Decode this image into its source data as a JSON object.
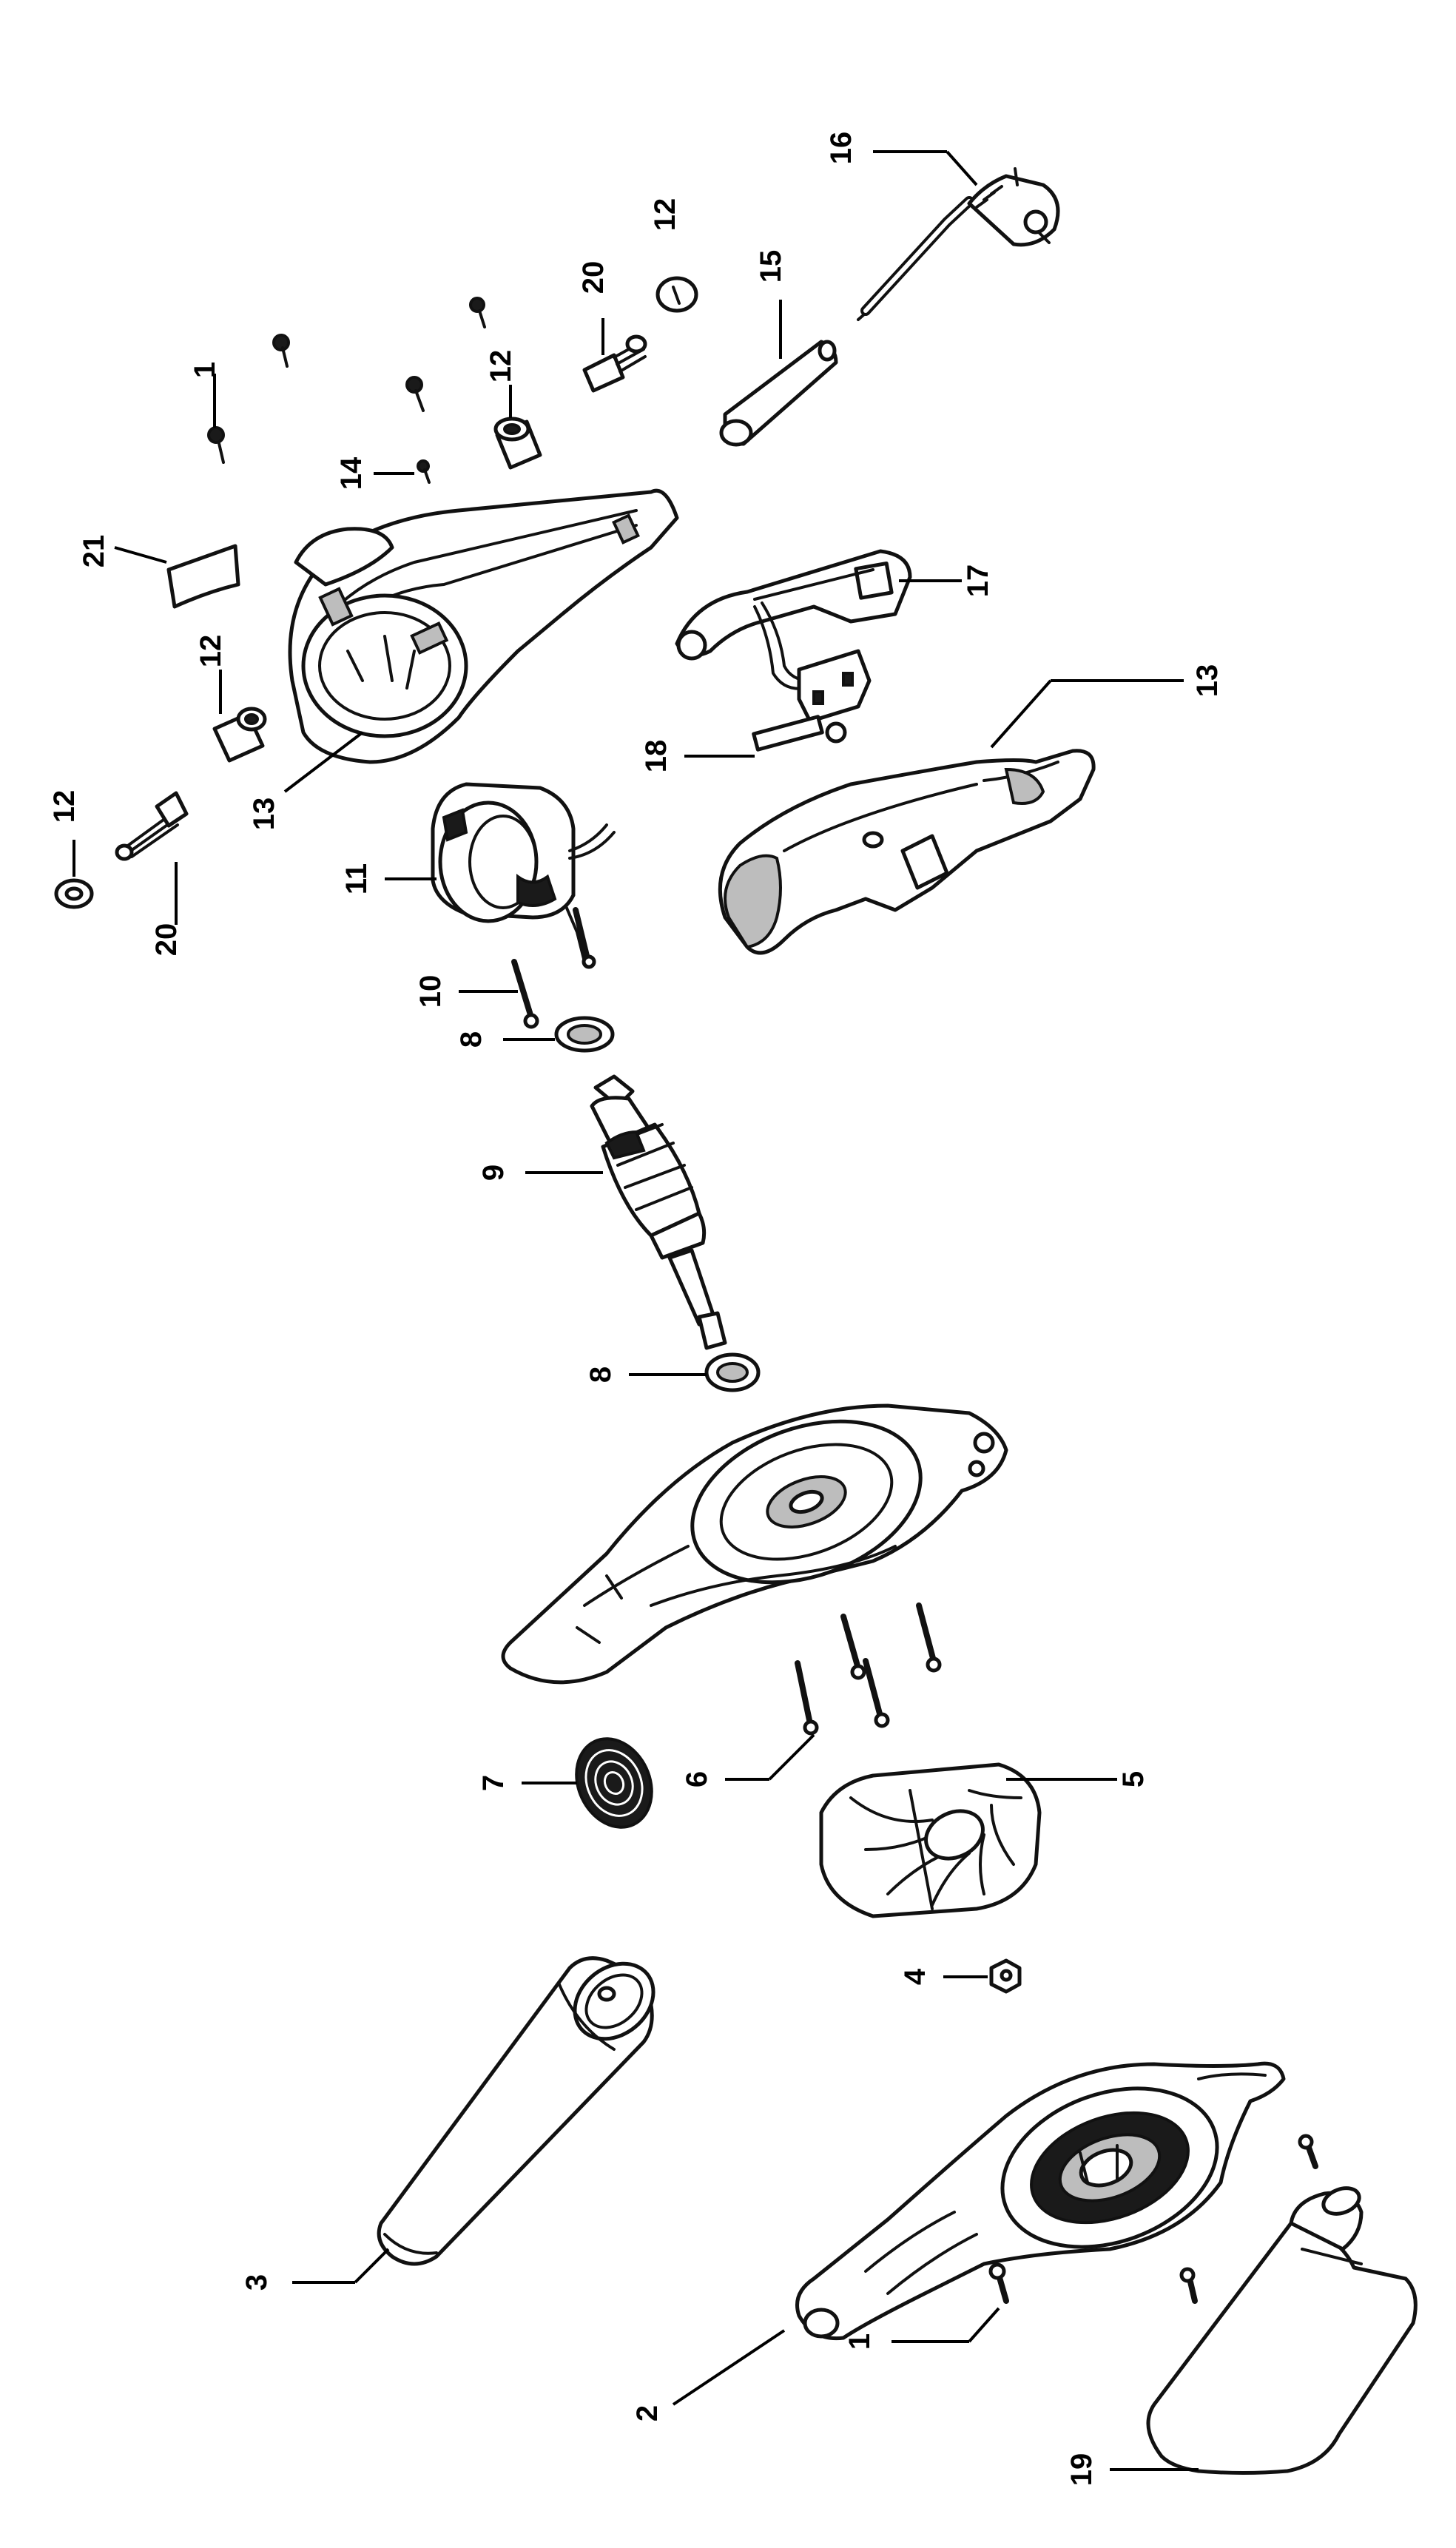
{
  "diagram": {
    "type": "exploded-parts-diagram",
    "part_numbers": [
      "1",
      "2",
      "3",
      "4",
      "5",
      "6",
      "7",
      "8",
      "9",
      "10",
      "11",
      "12",
      "13",
      "14",
      "15",
      "16",
      "17",
      "18",
      "19",
      "20",
      "21"
    ],
    "callouts": {
      "p1_top": "1",
      "p21": "21",
      "p12_left_washer": "12",
      "p20_left": "20",
      "p12_left_holder": "12",
      "p13_motor_housing": "13",
      "p14": "14",
      "p12_mid_holder": "12",
      "p20_right": "20",
      "p12_right_cap": "12",
      "p15": "15",
      "p16": "16",
      "p17": "17",
      "p18": "18",
      "p13_handle_cover": "13",
      "p11": "11",
      "p10": "10",
      "p8_top": "8",
      "p9": "9",
      "p8_bottom": "8",
      "p7": "7",
      "p6": "6",
      "p5": "5",
      "p4": "4",
      "p3": "3",
      "p2": "2",
      "p1_bottom": "1",
      "p19": "19"
    }
  }
}
